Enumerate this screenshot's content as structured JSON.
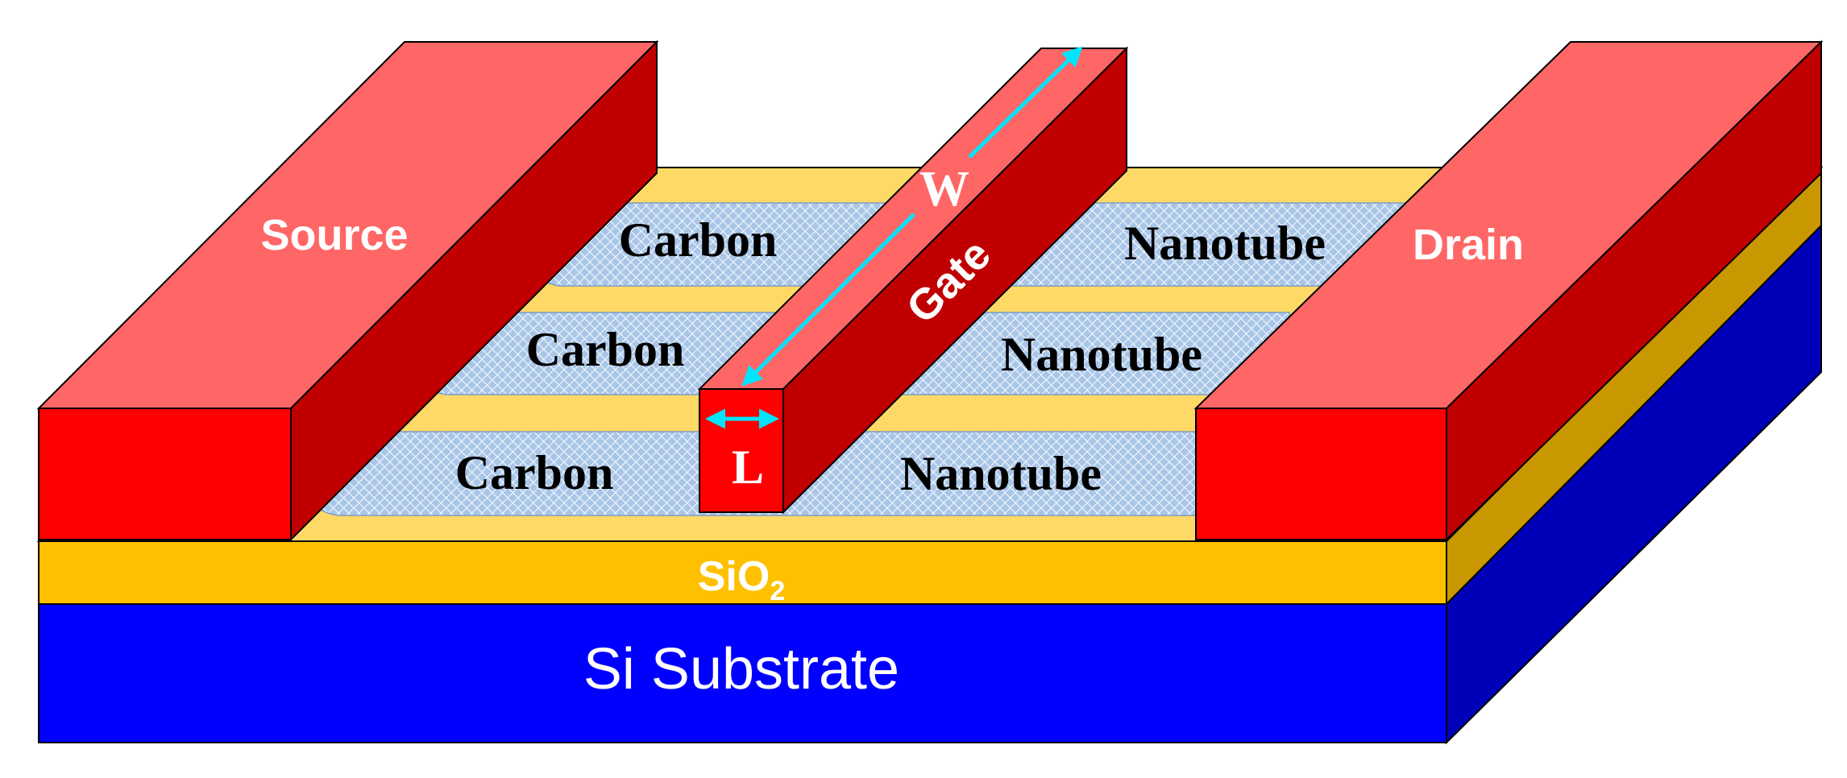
{
  "labels": {
    "source": "Source",
    "drain": "Drain",
    "gate": "Gate",
    "width": "W",
    "length": "L",
    "oxide_base": "SiO",
    "oxide_sub": "2",
    "substrate": "Si Substrate",
    "tube_word_1": "Carbon",
    "tube_word_2": "Nanotube"
  },
  "colors": {
    "substrate_front": "#0000ff",
    "substrate_side": "#0000b8",
    "oxide_front": "#ffc000",
    "oxide_top": "#ffd966",
    "oxide_side": "#c99700",
    "electrode_front": "#ff0000",
    "electrode_top": "#ff6666",
    "electrode_side": "#c00000",
    "nanotube_fill": "#a4c2e6",
    "arrow": "#00e5ff",
    "white_text": "#ffffff",
    "black_text": "#000000"
  }
}
